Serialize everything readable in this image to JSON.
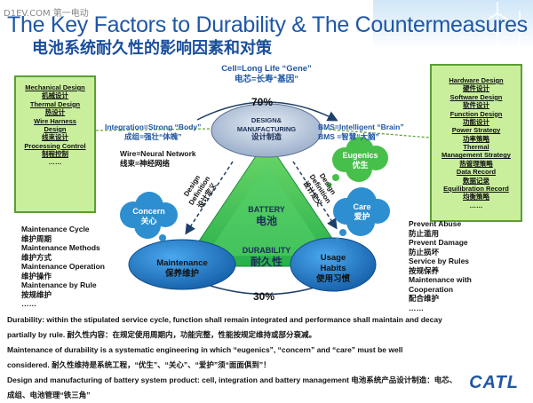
{
  "watermark": "D1EV.COM 第一电动",
  "title_en": "The Key Factors to Durability & The Countermeasures",
  "title_cn": "电池系统耐久性的影响因素和对策",
  "cell_life": {
    "en": "Cell=Long Life “Gene”",
    "cn": "电芯=长寿“基因”"
  },
  "pct_top": "70%",
  "pct_bottom": "30%",
  "center": {
    "battery_en": "BATTERY",
    "battery_cn": "电池",
    "durability_en": "DURABILITY",
    "durability_cn": "耐久性"
  },
  "nodes": {
    "design": {
      "en1": "DESIGN&",
      "en2": "MANUFACTURING",
      "cn": "设计制造"
    },
    "maintenance": {
      "en": "Maintenance",
      "cn": "保养维护"
    },
    "usage": {
      "en1": "Usage",
      "en2": "Habits",
      "cn": "使用习惯"
    }
  },
  "clouds": {
    "eugenics": {
      "en": "Eugenics",
      "cn": "优生"
    },
    "concern": {
      "en": "Concern",
      "cn": "关心"
    },
    "care": {
      "en": "Care",
      "cn": "爱护"
    }
  },
  "integration": {
    "en": "Integration=Strong “Body”",
    "cn": "成组=强壮“体魄”"
  },
  "bms": {
    "en": "BMS=Intelligent “Brain”",
    "cn": "BMS =智慧“大脑”"
  },
  "wire": {
    "en": "Wire=Neural Network",
    "cn": "线束=神经网络"
  },
  "design_def_left": {
    "en1": "Design",
    "en2": "Definition",
    "cn": "设计定义"
  },
  "design_def_right": {
    "en1": "Design",
    "en2": "Definition",
    "cn": "设计定义"
  },
  "left_box": {
    "items": [
      "Mechanical Design",
      "机械设计",
      "Thermal Design",
      "热设计",
      "Wire Harness",
      "Design",
      "线束设计",
      "Processing Control",
      "制程控制",
      "……"
    ]
  },
  "right_box": {
    "items": [
      "Hardware Design",
      "硬件设计",
      "Software Design",
      "软件设计",
      "Function Design",
      "功能设计",
      "Power Strategy",
      "功率策略",
      "Thermal",
      "Management Strategy",
      "热管理策略",
      "Data Record",
      "数据记录",
      "Equilibration Record",
      "均衡策略",
      "……"
    ]
  },
  "left_list": [
    "Maintenance Cycle",
    "维护周期",
    "Maintenance Methods",
    "维护方式",
    "Maintenance Operation",
    "维护操作",
    "Maintenance by Rule",
    "按规维护",
    "……"
  ],
  "right_list": [
    "Prevent Abuse",
    "防止滥用",
    "Prevent Damage",
    "防止损坏",
    "Service by Rules",
    "按规保养",
    "Maintenance with",
    "Cooperation",
    "配合维护",
    "……"
  ],
  "bottom": {
    "line1": "Durability:  within the stipulated service cycle, function shall remain integrated and performance shall maintain and decay",
    "line2": "partially by rule. 耐久性内容：在规定使用周期内，功能完整，性能按规定维持或部分衰减。",
    "line3": "Maintenance of durability is a systematic engineering in which “eugenics”, “concern” and “care” must be well",
    "line4": "considered.  耐久性维持是系统工程，“优生”、“关心”、“爱护”须“面面俱到”！",
    "line5": "Design and manufacturing of battery system product: cell, integration and battery management 电池系统产品设计制造：电芯、",
    "line6": "成组、电池管理“铁三角”"
  },
  "logo": "CATL",
  "colors": {
    "title_blue": "#1f57a5",
    "box_green": "#c9ef9d",
    "triangle_green": "#3cc35a",
    "node_blue": "#1e6fb5",
    "cloud_fill": "#2d8fd0",
    "cloud_green": "#46c04a"
  }
}
